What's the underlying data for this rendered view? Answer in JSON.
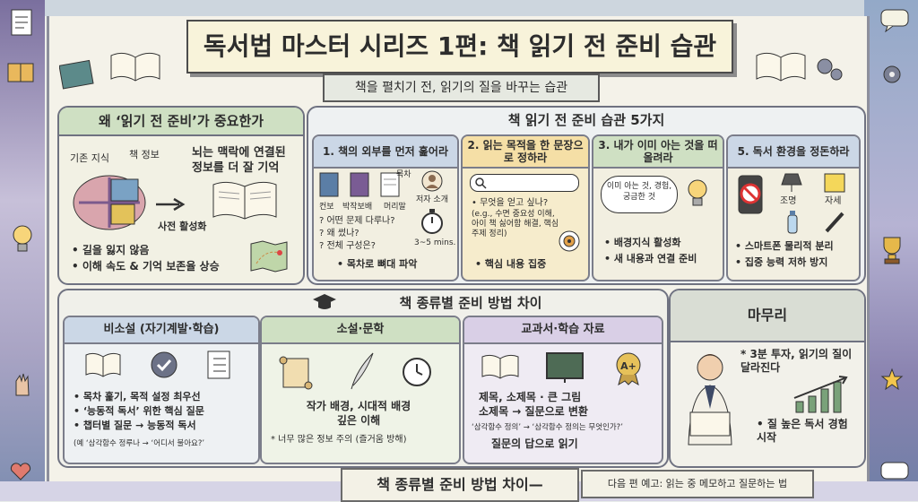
{
  "title": "독서법 마스터 시리즈 1편: 책 읽기 전 준비 습관",
  "subtitle": "책을 펼치기 전, 읽기의 질을 바꾸는 습관",
  "why": {
    "heading": "왜 ‘읽기 전 준비’가 중요한가",
    "label_prior": "기존 지식",
    "label_info": "책 정보",
    "connect_text": "뇌는 맥락에 연결된 정보를 더 잘 기억",
    "activation": "사전 활성화",
    "bullets": [
      "• 길을 잃지 않음",
      "• 이해 속도 & 기억 보존율 상승"
    ]
  },
  "habits": {
    "heading": "책 읽기 전 준비 습관 5가지",
    "h1": {
      "title": "1. 책의 외부를 먼저 훑어라",
      "label_cover": "컨보",
      "label_jacket": "박작보배",
      "label_preface": "머리말",
      "label_toc": "목차",
      "label_author": "저자 소개",
      "q1": "? 어떤 문제 다루나?",
      "q2": "? 왜 썼나?",
      "q3": "? 전체 구성은?",
      "time": "3~5 mins.",
      "bottom": "• 목차로 뼈대 파악"
    },
    "h2": {
      "title": "2. 읽는 목적을 한 문장으로 정하라",
      "b1": "• 무엇을 얻고 싶나?",
      "example": "(e.g., 수면 중요성 이해, 아이 책 싫어함 해결, 핵심 주제 정리)",
      "bottom": "• 핵심 내용 집중"
    },
    "h3": {
      "title": "3. 내가 이미 아는 것을 떠올려라",
      "bubble": "이미 아는 것, 경험, 궁금한 것",
      "b1": "• 배경지식 활성화",
      "b2": "• 새 내용과 연결 준비"
    },
    "h5": {
      "title": "5. 독서 환경을 정돈하라",
      "label_light": "조명",
      "label_posture": "자세",
      "b1": "• 스마트폰 물리적 분리",
      "b2": "• 집중 능력 저하 방지"
    }
  },
  "types": {
    "heading": "책 종류별 준비 방법 차이",
    "nonfiction": {
      "title": "비소설 (자기계발·학습)",
      "b1": "• 목차 훑기, 목적 설정 최우선",
      "b2": "• ‘능동적 독서’ 위한 핵심 질문",
      "b3": "• 챕터별 질문 → 능동적 독서",
      "example": "(예 ‘삼각함수 정루나 → ‘어디서 불아요?’"
    },
    "fiction": {
      "title": "소설·문학",
      "b1": "작가 배경, 시대적 배경",
      "b2": "깊은 이해",
      "b3": "* 너무 많은 정보 주의 (즐거움 방해)"
    },
    "textbook": {
      "title": "교과서·학습 자료",
      "b1": "제목, 소제목 · 큰 그림",
      "b2": "소제목 → 질문으로 변환",
      "example": "‘삼각함수 정의’ → ‘삼각함수 정의는 무엇인가?’",
      "b3": "질문의 답으로 읽기"
    }
  },
  "wrap": {
    "heading": "마무리",
    "b1": "* 3분 투자, 읽기의 질이 달라진다",
    "b2": "• 질 높은 독서 경험 시작"
  },
  "footer": {
    "left": "책 종류별 준비 방법 차이—",
    "right": "다음 편 예고: 읽는 중 메모하고 질문하는 법"
  },
  "colors": {
    "green": "#cfe0c3",
    "blue": "#cbd7e6",
    "yellow": "#f5dfa6",
    "purple": "#d9cfe6",
    "gray": "#d9ddd4"
  }
}
